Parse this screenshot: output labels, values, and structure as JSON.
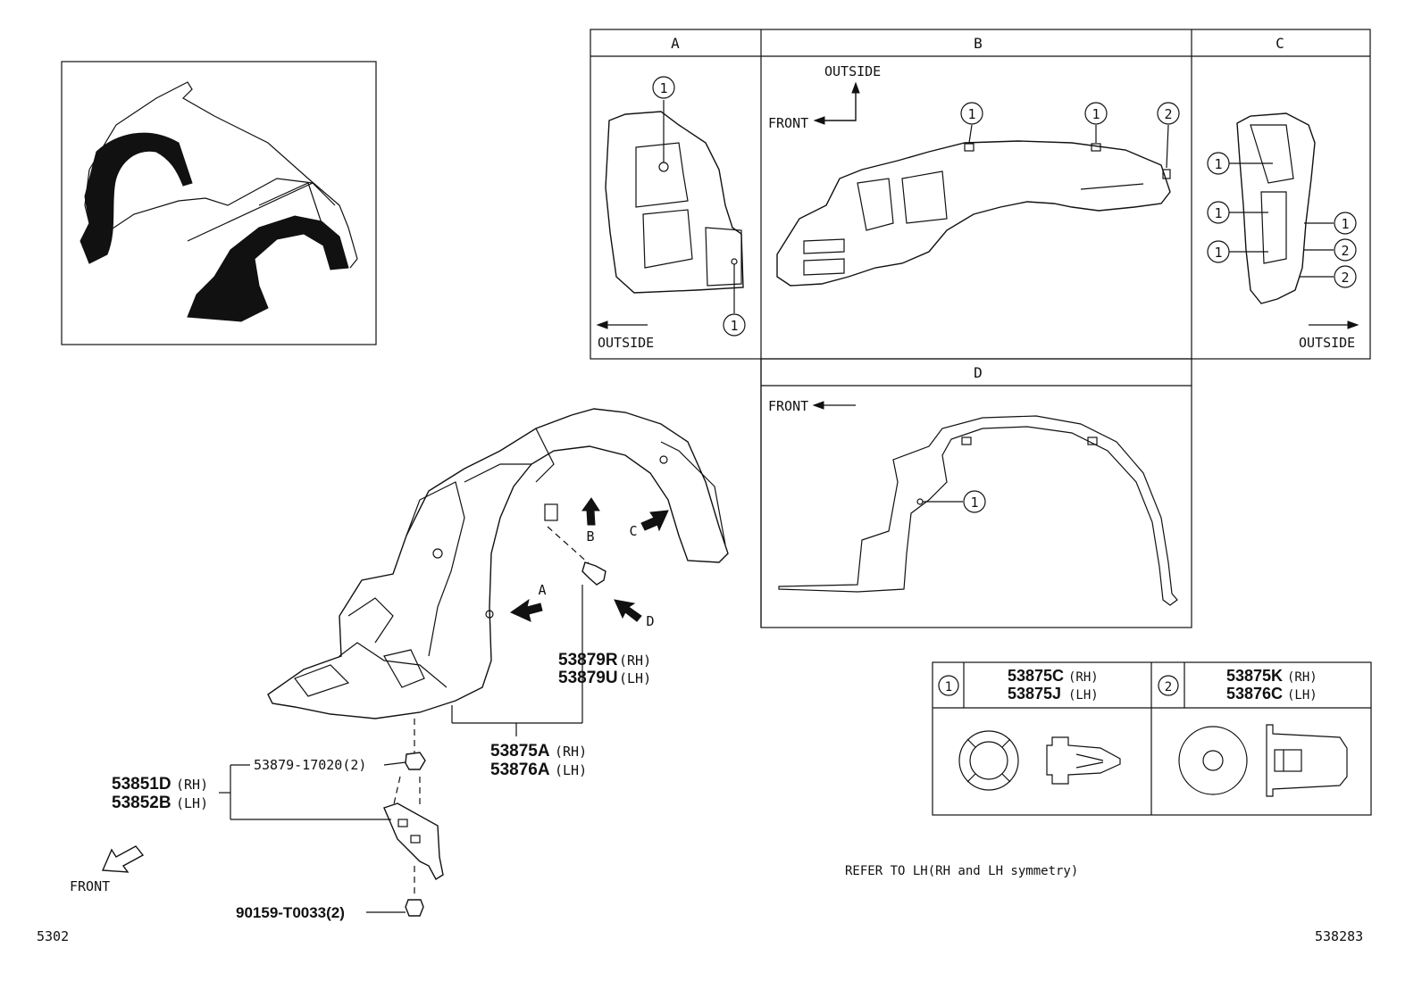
{
  "panels": {
    "a_label": "A",
    "b_label": "B",
    "c_label": "C",
    "d_label": "D"
  },
  "directions": {
    "outside": "OUTSIDE",
    "front": "FRONT"
  },
  "callouts": {
    "one": "1",
    "two": "2"
  },
  "arrow_labels": {
    "a": "A",
    "b": "B",
    "c": "C",
    "d": "D"
  },
  "parts": {
    "liner_rh": "53875A",
    "liner_lh": "53876A",
    "seal_rh": "53879R",
    "seal_lh": "53879U",
    "bracket_rh": "53851D",
    "bracket_lh": "53852B",
    "rh_suffix": "(RH)",
    "lh_suffix": "(LH)",
    "clip_qty": "53879-17020(2)",
    "screw_qty": "90159-T0033(2)"
  },
  "fastener_table": {
    "clip1_rh": "53875C",
    "clip1_lh": "53875J",
    "clip2_rh": "53875K",
    "clip2_lh": "53876C",
    "rh": "(RH)",
    "lh": "(LH)"
  },
  "notes": {
    "symmetry": "REFER TO LH(RH and LH symmetry)",
    "page_left": "5302",
    "page_right": "538283"
  }
}
